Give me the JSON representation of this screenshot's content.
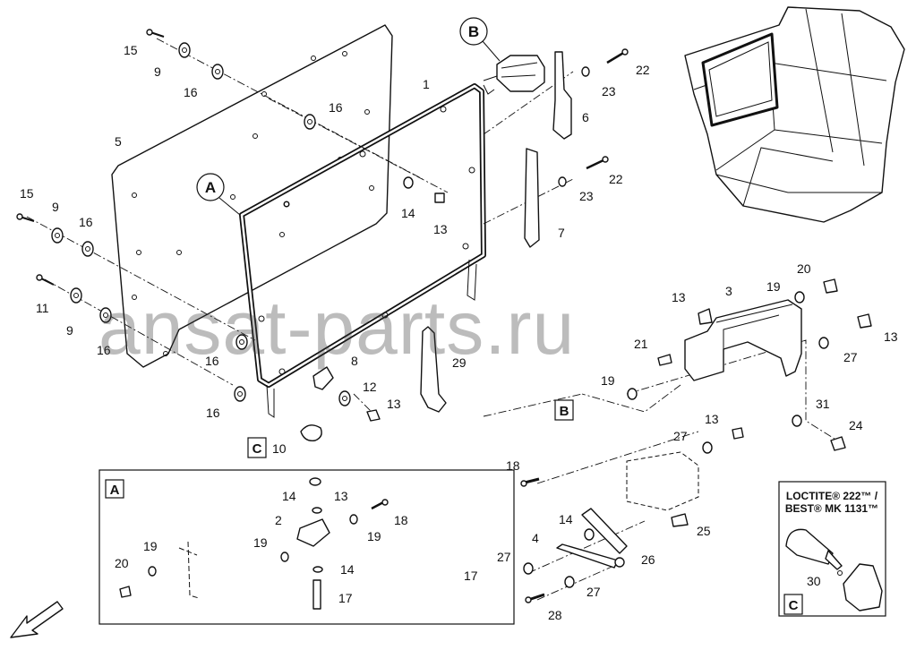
{
  "callouts": {
    "a": "A",
    "b": "B",
    "c": "C"
  },
  "detail_labels": {
    "a": "A",
    "b": "B",
    "c": "C"
  },
  "loctite": {
    "line1": "LOCTITE® 222™ /",
    "line2": "BEST® MK 1131™"
  },
  "watermark": "ansat-parts.ru",
  "part_numbers": {
    "p15a": "15",
    "p9a": "9",
    "p16a": "16",
    "p16b": "16",
    "p5": "5",
    "p1": "1",
    "pB_22a": "22",
    "pB_23a": "23",
    "p6": "6",
    "p22b": "22",
    "p23b": "23",
    "p7": "7",
    "p14a": "14",
    "p13a": "13",
    "p15b": "15",
    "p9b": "9",
    "p16c": "16",
    "p11": "11",
    "p9c": "9",
    "p16d": "16",
    "p16e": "16",
    "p8": "8",
    "p12": "12",
    "p13b": "13",
    "p16f": "16",
    "p29": "29",
    "p10": "10",
    "p20a": "20",
    "p19a": "19",
    "p13c": "13",
    "p3": "3",
    "p21": "21",
    "p13d": "13",
    "p27a": "27",
    "p19b": "19",
    "p31": "31",
    "p24": "24",
    "p13e": "13",
    "p27b": "27",
    "p18a": "18",
    "p14b": "14",
    "p25": "25",
    "p4": "4",
    "p26": "26",
    "p27c": "27",
    "p17a": "17",
    "p27d": "27",
    "p28": "28",
    "p14c": "14",
    "p13f": "13",
    "p18b": "18",
    "p2": "2",
    "p19c": "19",
    "p19d": "19",
    "p19e": "19",
    "p20b": "20",
    "p14d": "14",
    "p17b": "17",
    "p30": "30"
  }
}
